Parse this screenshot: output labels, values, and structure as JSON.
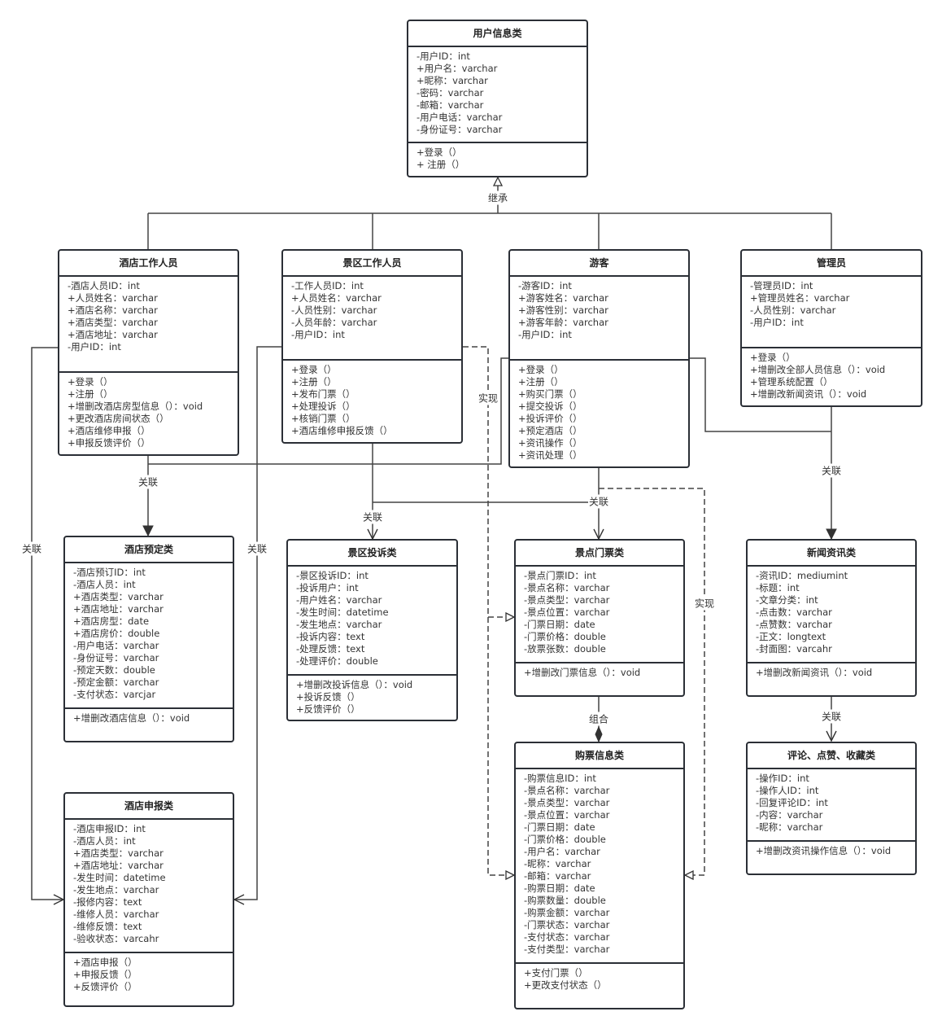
{
  "classes": {
    "user": {
      "title": "用户信息类",
      "attributes": [
        "-用户ID：int",
        "+用户名：varchar",
        "+昵称：varchar",
        "-密码：varchar",
        "-邮箱：varchar",
        "-用户电话：varchar",
        "-身份证号：varchar"
      ],
      "methods": [
        "+登录（）",
        "+ 注册（）"
      ]
    },
    "hotel_staff": {
      "title": "酒店工作人员",
      "attributes": [
        "-酒店人员ID：int",
        "+人员姓名：varchar",
        "+酒店名称：varchar",
        "+酒店类型：varchar",
        "+酒店地址：varchar",
        "-用户ID：int"
      ],
      "methods": [
        "+登录（）",
        "+注册（）",
        "+增删改酒店房型信息（）：void",
        "+更改酒店房间状态（）",
        "+酒店维修申报（）",
        "+申报反馈评价（）"
      ]
    },
    "scenic_staff": {
      "title": "景区工作人员",
      "attributes": [
        "-工作人员ID：int",
        "+人员姓名：varchar",
        "-人员性别：varchar",
        "-人员年龄：varchar",
        "-用户ID：int"
      ],
      "methods": [
        "+登录（）",
        "+注册（）",
        "+发布门票（）",
        "+处理投诉（）",
        "+核销门票（）",
        "+酒店维修申报反馈（）"
      ]
    },
    "tourist": {
      "title": "游客",
      "attributes": [
        "-游客ID：int",
        "+游客姓名：varchar",
        "+游客性别：varchar",
        "+游客年龄：varchar",
        "-用户ID：int"
      ],
      "methods": [
        "+登录（）",
        "+注册（）",
        "+购买门票（）",
        "+提交投诉（）",
        "+投诉评价（）",
        "+预定酒店（）",
        "+资讯操作（）",
        "+资讯处理（）"
      ]
    },
    "admin": {
      "title": "管理员",
      "attributes": [
        "-管理员ID：int",
        "+管理员姓名：varchar",
        "-人员性别：varchar",
        "-用户ID：int"
      ],
      "methods": [
        "+登录（）",
        "+增删改全部人员信息（）：void",
        "+管理系统配置（）",
        "+增删改新闻资讯（）：void"
      ]
    },
    "hotel_booking": {
      "title": "酒店预定类",
      "attributes": [
        "-酒店预订ID：int",
        "-酒店人员：int",
        "+酒店类型：varchar",
        "+酒店地址：varchar",
        "+酒店房型：date",
        "+酒店房价：double",
        "-用户电话：varchar",
        "-身份证号：varchar",
        "-预定天数：double",
        "-预定金额：varchar",
        "-支付状态：varcjar"
      ],
      "methods": [
        "+增删改酒店信息（）：void"
      ]
    },
    "complaint": {
      "title": "景区投诉类",
      "attributes": [
        "-景区投诉ID：int",
        "-投诉用户：int",
        "-用户姓名：varchar",
        "-发生时间：datetime",
        "-发生地点：varchar",
        "-投诉内容：text",
        "-处理反馈：text",
        "-处理评价：double"
      ],
      "methods": [
        "+增删改投诉信息（）：void",
        "+投诉反馈（）",
        "+反馈评价（）"
      ]
    },
    "ticket": {
      "title": "景点门票类",
      "attributes": [
        "-景点门票ID：int",
        "-景点名称：varchar",
        "-景点类型：varchar",
        "-景点位置：varchar",
        "-门票日期：date",
        "-门票价格：double",
        "-放票张数：double"
      ],
      "methods": [
        "+增删改门票信息（）：void"
      ]
    },
    "news": {
      "title": "新闻资讯类",
      "attributes": [
        "-资讯ID：mediumint",
        "-标题：int",
        "-文章分类：int",
        "-点击数：varchar",
        "-点赞数：varchar",
        "-正文：longtext",
        "-封面图：varcahr"
      ],
      "methods": [
        "+增删改新闻资讯（）：void"
      ]
    },
    "purchase": {
      "title": "购票信息类",
      "attributes": [
        "-购票信息ID：int",
        "-景点名称：varchar",
        "-景点类型：varchar",
        "-景点位置：varchar",
        "-门票日期：date",
        "-门票价格：double",
        "-用户名：varchar",
        "-昵称：varchar",
        "-邮箱：varchar",
        "-购票日期：date",
        "-购票数量：double",
        "-购票金额：varchar",
        "-门票状态：varchar",
        "-支付状态：varchar",
        "-支付类型：varchar"
      ],
      "methods": [
        "+支付门票（）",
        "+更改支付状态（）"
      ]
    },
    "comment": {
      "title": "评论、点赞、收藏类",
      "attributes": [
        "-操作ID：int",
        "-操作人ID：int",
        "-回复评论ID：int",
        "-内容：varchar",
        "-昵称：varchar"
      ],
      "methods": [
        "+增删改资讯操作信息（）：void"
      ]
    },
    "hotel_report": {
      "title": "酒店申报类",
      "attributes": [
        "-酒店申报ID：int",
        "-酒店人员：int",
        "+酒店类型：varchar",
        "+酒店地址：varchar",
        "-发生时间：datetime",
        "-发生地点：varchar",
        "-报修内容：text",
        "-维修人员：varchar",
        "-维修反馈：text",
        "-验收状态：varcahr"
      ],
      "methods": [
        "+酒店申报（）",
        "+申报反馈（）",
        "+反馈评价（）"
      ]
    }
  },
  "relations": {
    "inherit": "继承",
    "assoc_booking": "关联",
    "assoc_left": "关联",
    "assoc_mid": "关联",
    "assoc_complaint": "关联",
    "assoc_ticket": "关联",
    "assoc_news": "关联",
    "assoc_comment": "关联",
    "realize_left": "实现",
    "realize_right": "实现",
    "compose": "组合"
  },
  "colors": {
    "stroke": "#2b2f36",
    "line": "#444444",
    "text": "#333333"
  }
}
